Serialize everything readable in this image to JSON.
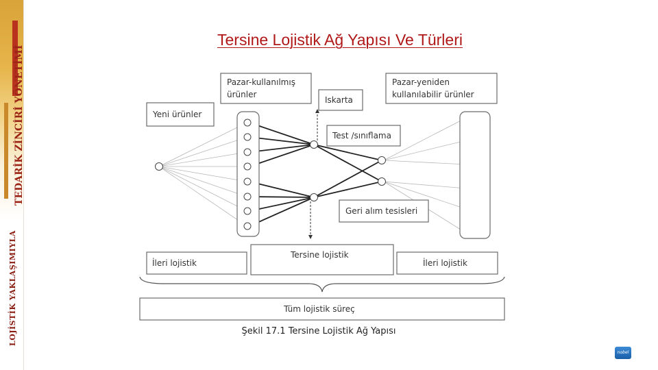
{
  "sidebar": {
    "text_top": "TEDARİK ZİNCİRİ YÖNETİMİ",
    "text_bottom": "LOJİSTİK YAKLAŞIMIYLA"
  },
  "slide": {
    "title": "Tersine Lojistik Ağ Yapısı Ve Türleri",
    "caption": "Şekil 17.1 Tersine Lojistik Ağ Yapısı"
  },
  "diagram": {
    "boxes": {
      "pazar_kullanilmis_1": "Pazar-kullanılmış",
      "pazar_kullanilmis_2": "ürünler",
      "iskarta": "Iskarta",
      "pazar_yeniden_1": "Pazar-yeniden",
      "pazar_yeniden_2": "kullanılabilir ürünler",
      "yeni_urunler": "Yeni ürünler",
      "test_siniflama": "Test /sınıflama",
      "geri_alim": "Geri alım tesisleri",
      "ileri_lojistik_left": "İleri lojistik",
      "tersine_lojistik": "Tersine lojistik",
      "ileri_lojistik_right": "İleri lojistik",
      "tum_lojistik": "Tüm lojistik süreç"
    }
  },
  "logo": {
    "text": "nobel",
    "color": "#1a5ea8"
  },
  "colors": {
    "title": "#b01818",
    "box_border": "#6a6a6a"
  }
}
